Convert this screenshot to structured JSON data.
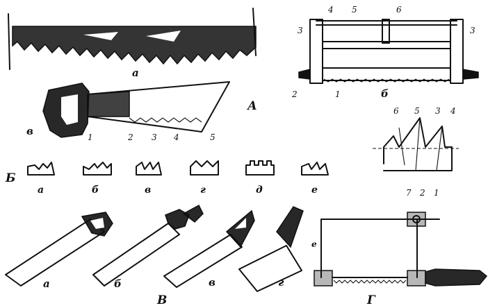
{
  "section_labels": {
    "A": "А",
    "B": "Б",
    "V": "В",
    "G": "Г"
  },
  "twoman_saw": {
    "letter": "а"
  },
  "bow_saw": {
    "letter": "б",
    "numbers": [
      "4",
      "5",
      "6",
      "3",
      "3",
      "2",
      "1"
    ]
  },
  "hand_saw": {
    "letter": "в",
    "numbers": [
      "1",
      "2",
      "3",
      "4",
      "5"
    ]
  },
  "tooth_detail": {
    "numbers": [
      "6",
      "5",
      "3",
      "4",
      "7",
      "2",
      "1"
    ]
  },
  "tooth_profiles": [
    "а",
    "б",
    "в",
    "г",
    "д",
    "е"
  ],
  "saws_row": [
    "а",
    "б",
    "в",
    "г"
  ],
  "fret_saw": {
    "letter": "е"
  }
}
